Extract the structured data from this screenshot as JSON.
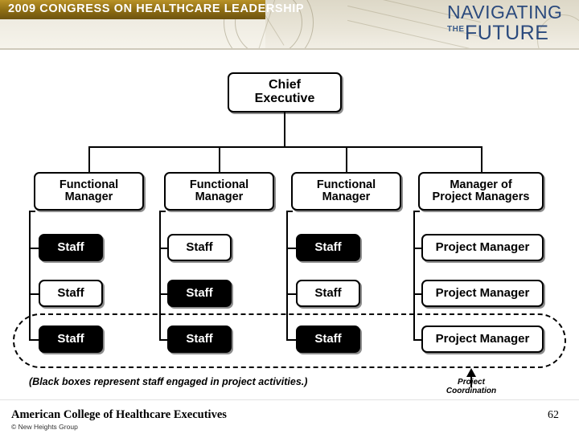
{
  "header": {
    "congress_title": "2009 CONGRESS ON HEALTHCARE LEADERSHIP",
    "navigating": "NAVIGATING",
    "the": "THE",
    "future": "FUTURE"
  },
  "footer": {
    "organization": "American College of Healthcare Executives",
    "copyright": "© New Heights Group",
    "page_number": "62"
  },
  "chart_data": {
    "type": "diagram",
    "title": "Matrix organization chart",
    "nodes": {
      "chief_executive": "Chief\nExecutive",
      "columns": [
        {
          "head": "Functional\nManager",
          "staff": [
            "Staff",
            "Staff",
            "Staff"
          ],
          "highlight": [
            true,
            false,
            true
          ]
        },
        {
          "head": "Functional\nManager",
          "staff": [
            "Staff",
            "Staff",
            "Staff"
          ],
          "highlight": [
            false,
            true,
            true
          ]
        },
        {
          "head": "Functional\nManager",
          "staff": [
            "Staff",
            "Staff",
            "Staff"
          ],
          "highlight": [
            true,
            false,
            true
          ]
        },
        {
          "head": "Manager of\nProject Managers",
          "staff": [
            "Project Manager",
            "Project Manager",
            "Project Manager"
          ],
          "highlight": [
            false,
            false,
            false
          ]
        }
      ]
    },
    "annotations": {
      "legend": "(Black boxes represent staff engaged in project activities.)",
      "coordination_label": "Project\nCoordination"
    }
  },
  "boxes": {
    "ceo_line1": "Chief",
    "ceo_line2": "Executive",
    "fm1_line1": "Functional",
    "fm1_line2": "Manager",
    "fm2_line1": "Functional",
    "fm2_line2": "Manager",
    "fm3_line1": "Functional",
    "fm3_line2": "Manager",
    "fm4_line1": "Manager of",
    "fm4_line2": "Project Managers",
    "c1r1": "Staff",
    "c1r2": "Staff",
    "c1r3": "Staff",
    "c2r1": "Staff",
    "c2r2": "Staff",
    "c2r3": "Staff",
    "c3r1": "Staff",
    "c3r2": "Staff",
    "c3r3": "Staff",
    "c4r1": "Project Manager",
    "c4r2": "Project Manager",
    "c4r3": "Project Manager",
    "legend": "(Black boxes represent staff engaged in project activities.)",
    "coord_line1": "Project",
    "coord_line2": "Coordination"
  }
}
